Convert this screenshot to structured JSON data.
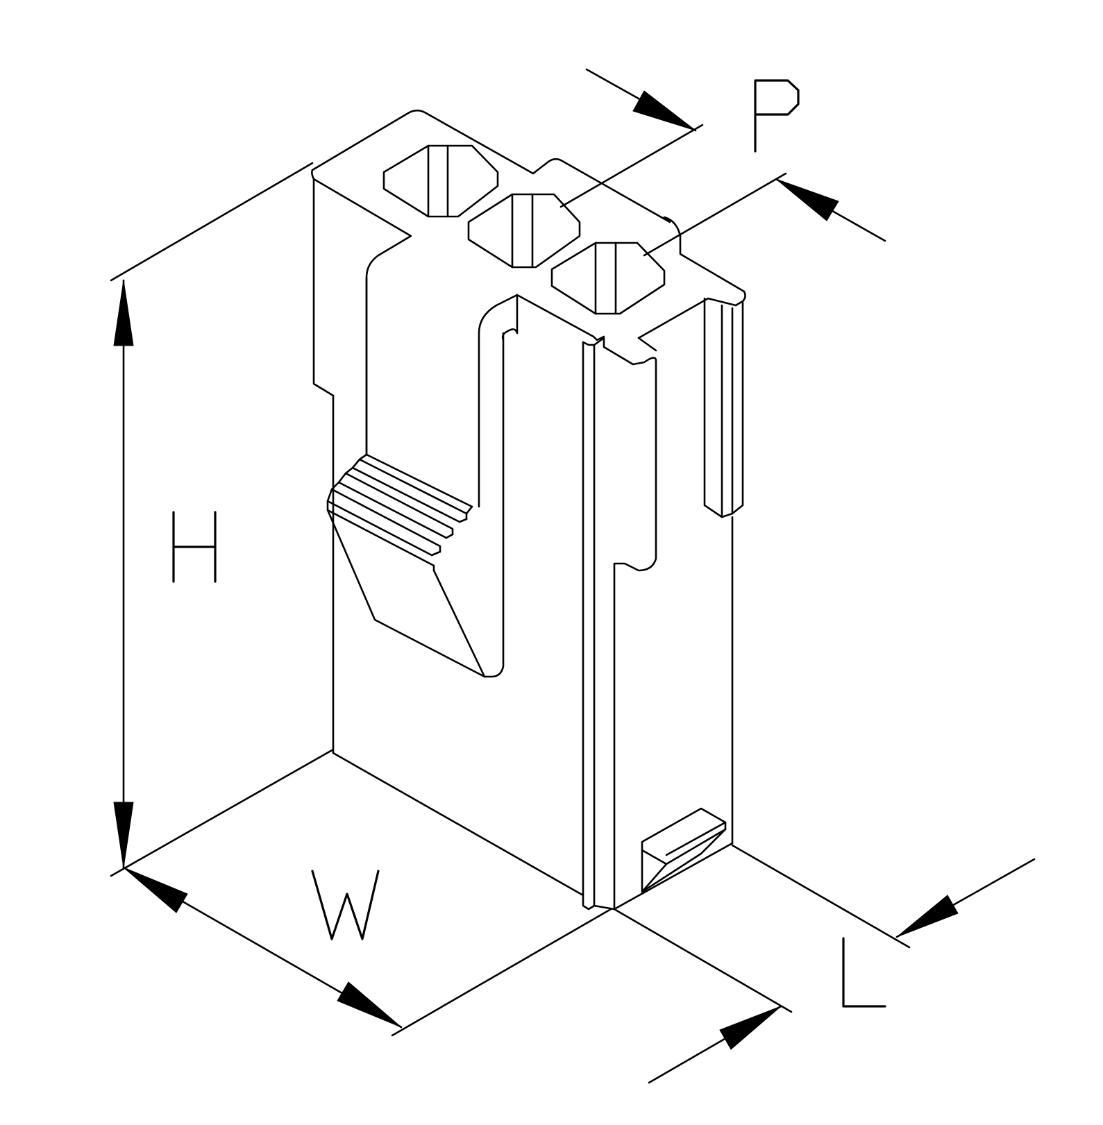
{
  "dimensions": {
    "height_label": "H",
    "width_label": "W",
    "length_label": "L",
    "pitch_label": "P"
  },
  "colors": {
    "line": "#000000",
    "background": "#ffffff"
  }
}
